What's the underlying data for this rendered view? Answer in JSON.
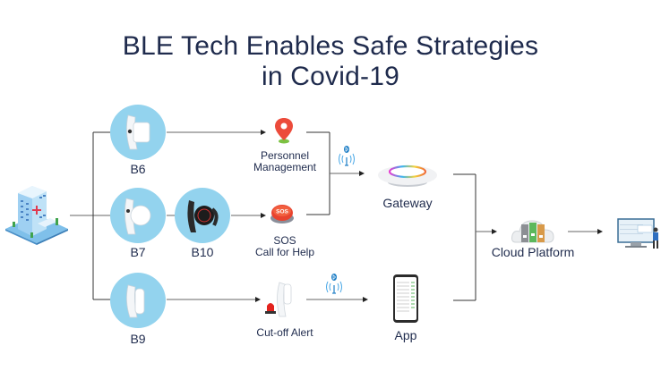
{
  "title": {
    "line1": "BLE Tech Enables Safe Strategies",
    "line2": "in Covid-19"
  },
  "source": {
    "icon": "hospital-building-icon"
  },
  "devices": [
    {
      "id": "b6",
      "label": "B6",
      "icon": "wristband-icon"
    },
    {
      "id": "b7",
      "label": "B7",
      "icon": "round-wristband-icon"
    },
    {
      "id": "b10",
      "label": "B10",
      "icon": "black-watch-icon"
    },
    {
      "id": "b9",
      "label": "B9",
      "icon": "slim-wristband-icon"
    }
  ],
  "functions": [
    {
      "id": "personnel",
      "line1": "Personnel",
      "line2": "Management",
      "icon": "location-pin-icon"
    },
    {
      "id": "sos",
      "line1": "SOS",
      "line2": "Call for Help",
      "icon": "sos-button-icon",
      "badge": "SOS"
    },
    {
      "id": "cutoff",
      "line1": "Cut-off Alert",
      "icon": "alarm-wristband-icon"
    }
  ],
  "receivers": [
    {
      "id": "gateway",
      "label": "Gateway",
      "icon": "gateway-icon"
    },
    {
      "id": "app",
      "label": "App",
      "icon": "smartphone-app-icon"
    }
  ],
  "cloud": {
    "label": "Cloud Platform",
    "icon": "cloud-server-icon"
  },
  "end": {
    "icon": "monitor-user-icon"
  },
  "colors": {
    "title": "#1f2b4d",
    "circle": "#93d3ee",
    "line": "#555555",
    "bluetooth": "#1f7fc6"
  }
}
